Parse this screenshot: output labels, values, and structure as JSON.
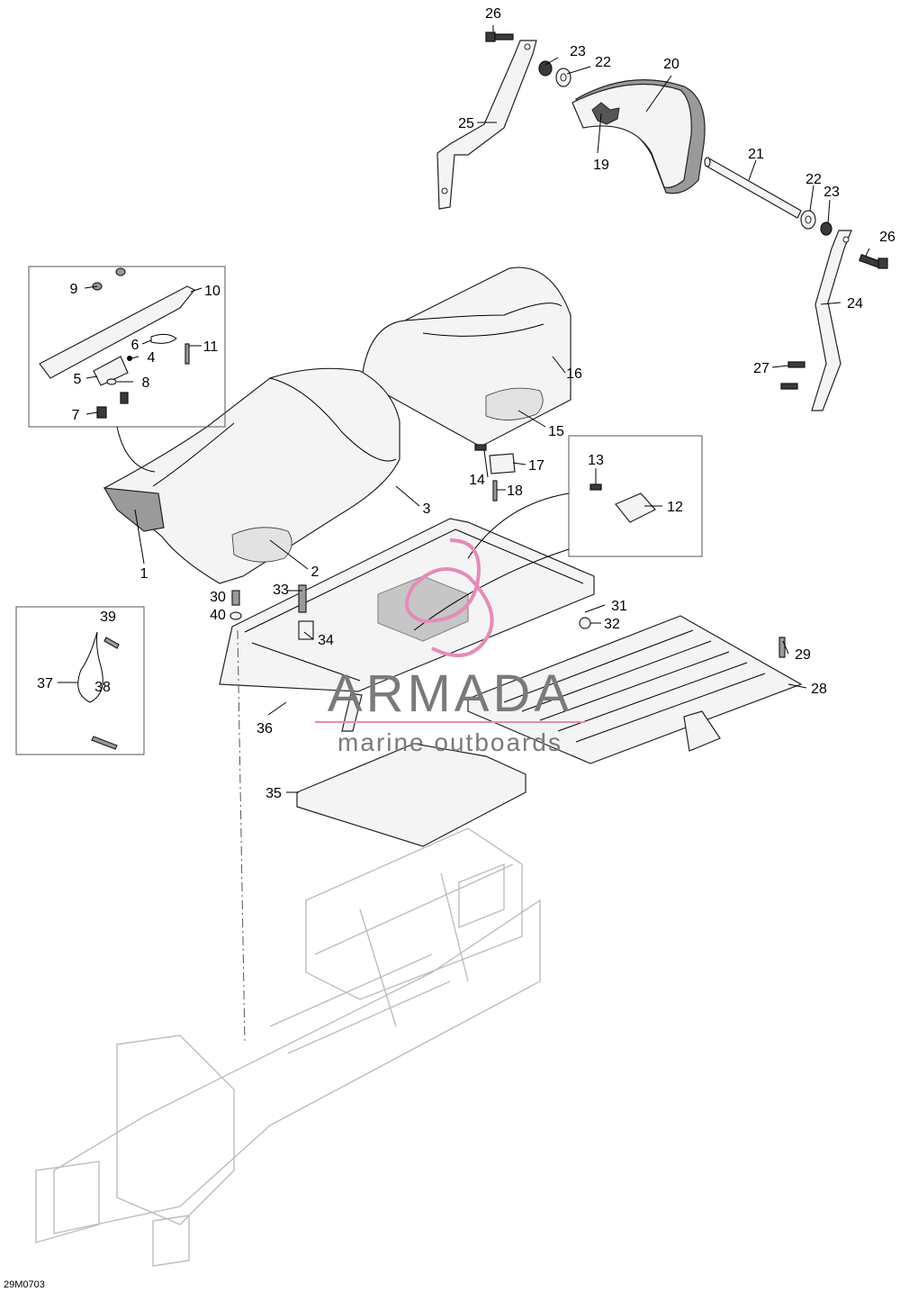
{
  "watermark": {
    "brand": "ARMADA",
    "tagline": "marine outboards",
    "accent_color": "#e58bb8",
    "text_color": "#8a8a8a"
  },
  "reference_code": "29M0703",
  "callouts": {
    "c1": "1",
    "c2": "2",
    "c3": "3",
    "c4": "4",
    "c5": "5",
    "c6": "6",
    "c7": "7",
    "c8": "8",
    "c9": "9",
    "c10": "10",
    "c11": "11",
    "c12": "12",
    "c13": "13",
    "c14": "14",
    "c15": "15",
    "c16": "16",
    "c17": "17",
    "c18": "18",
    "c19": "19",
    "c20": "20",
    "c21": "21",
    "c22a": "22",
    "c22b": "22",
    "c23a": "23",
    "c23b": "23",
    "c24": "24",
    "c25": "25",
    "c26a": "26",
    "c26b": "26",
    "c27": "27",
    "c28": "28",
    "c29": "29",
    "c30": "30",
    "c31": "31",
    "c32": "32",
    "c33": "33",
    "c34": "34",
    "c35": "35",
    "c36": "36",
    "c37": "37",
    "c38": "38",
    "c39": "39",
    "c40": "40"
  }
}
